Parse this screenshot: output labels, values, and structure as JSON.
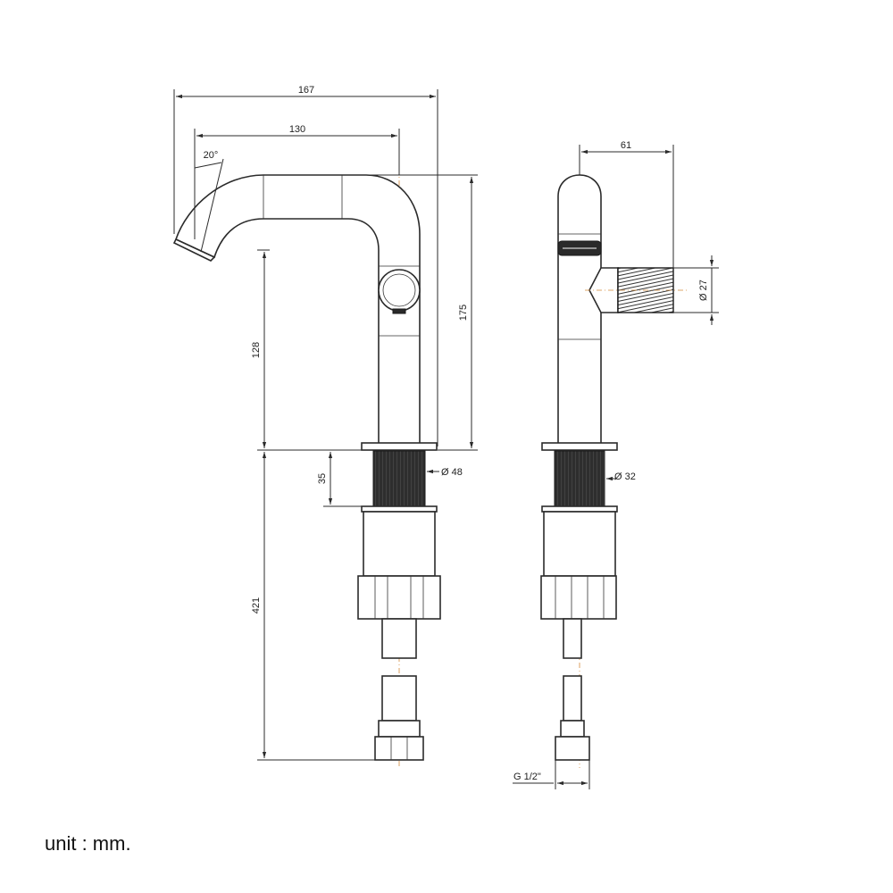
{
  "dimensions": {
    "overall_reach": "167",
    "spout_reach": "130",
    "spout_angle": "20°",
    "spout_height": "175",
    "outlet_height": "128",
    "mount_height": "35",
    "shank_length": "421",
    "base_diameter": "Ø 48",
    "handle_offset": "61",
    "handle_diameter": "Ø 27",
    "shank_diameter": "Ø 32",
    "connection_thread": "G 1/2\""
  },
  "unit_label": "unit : mm."
}
